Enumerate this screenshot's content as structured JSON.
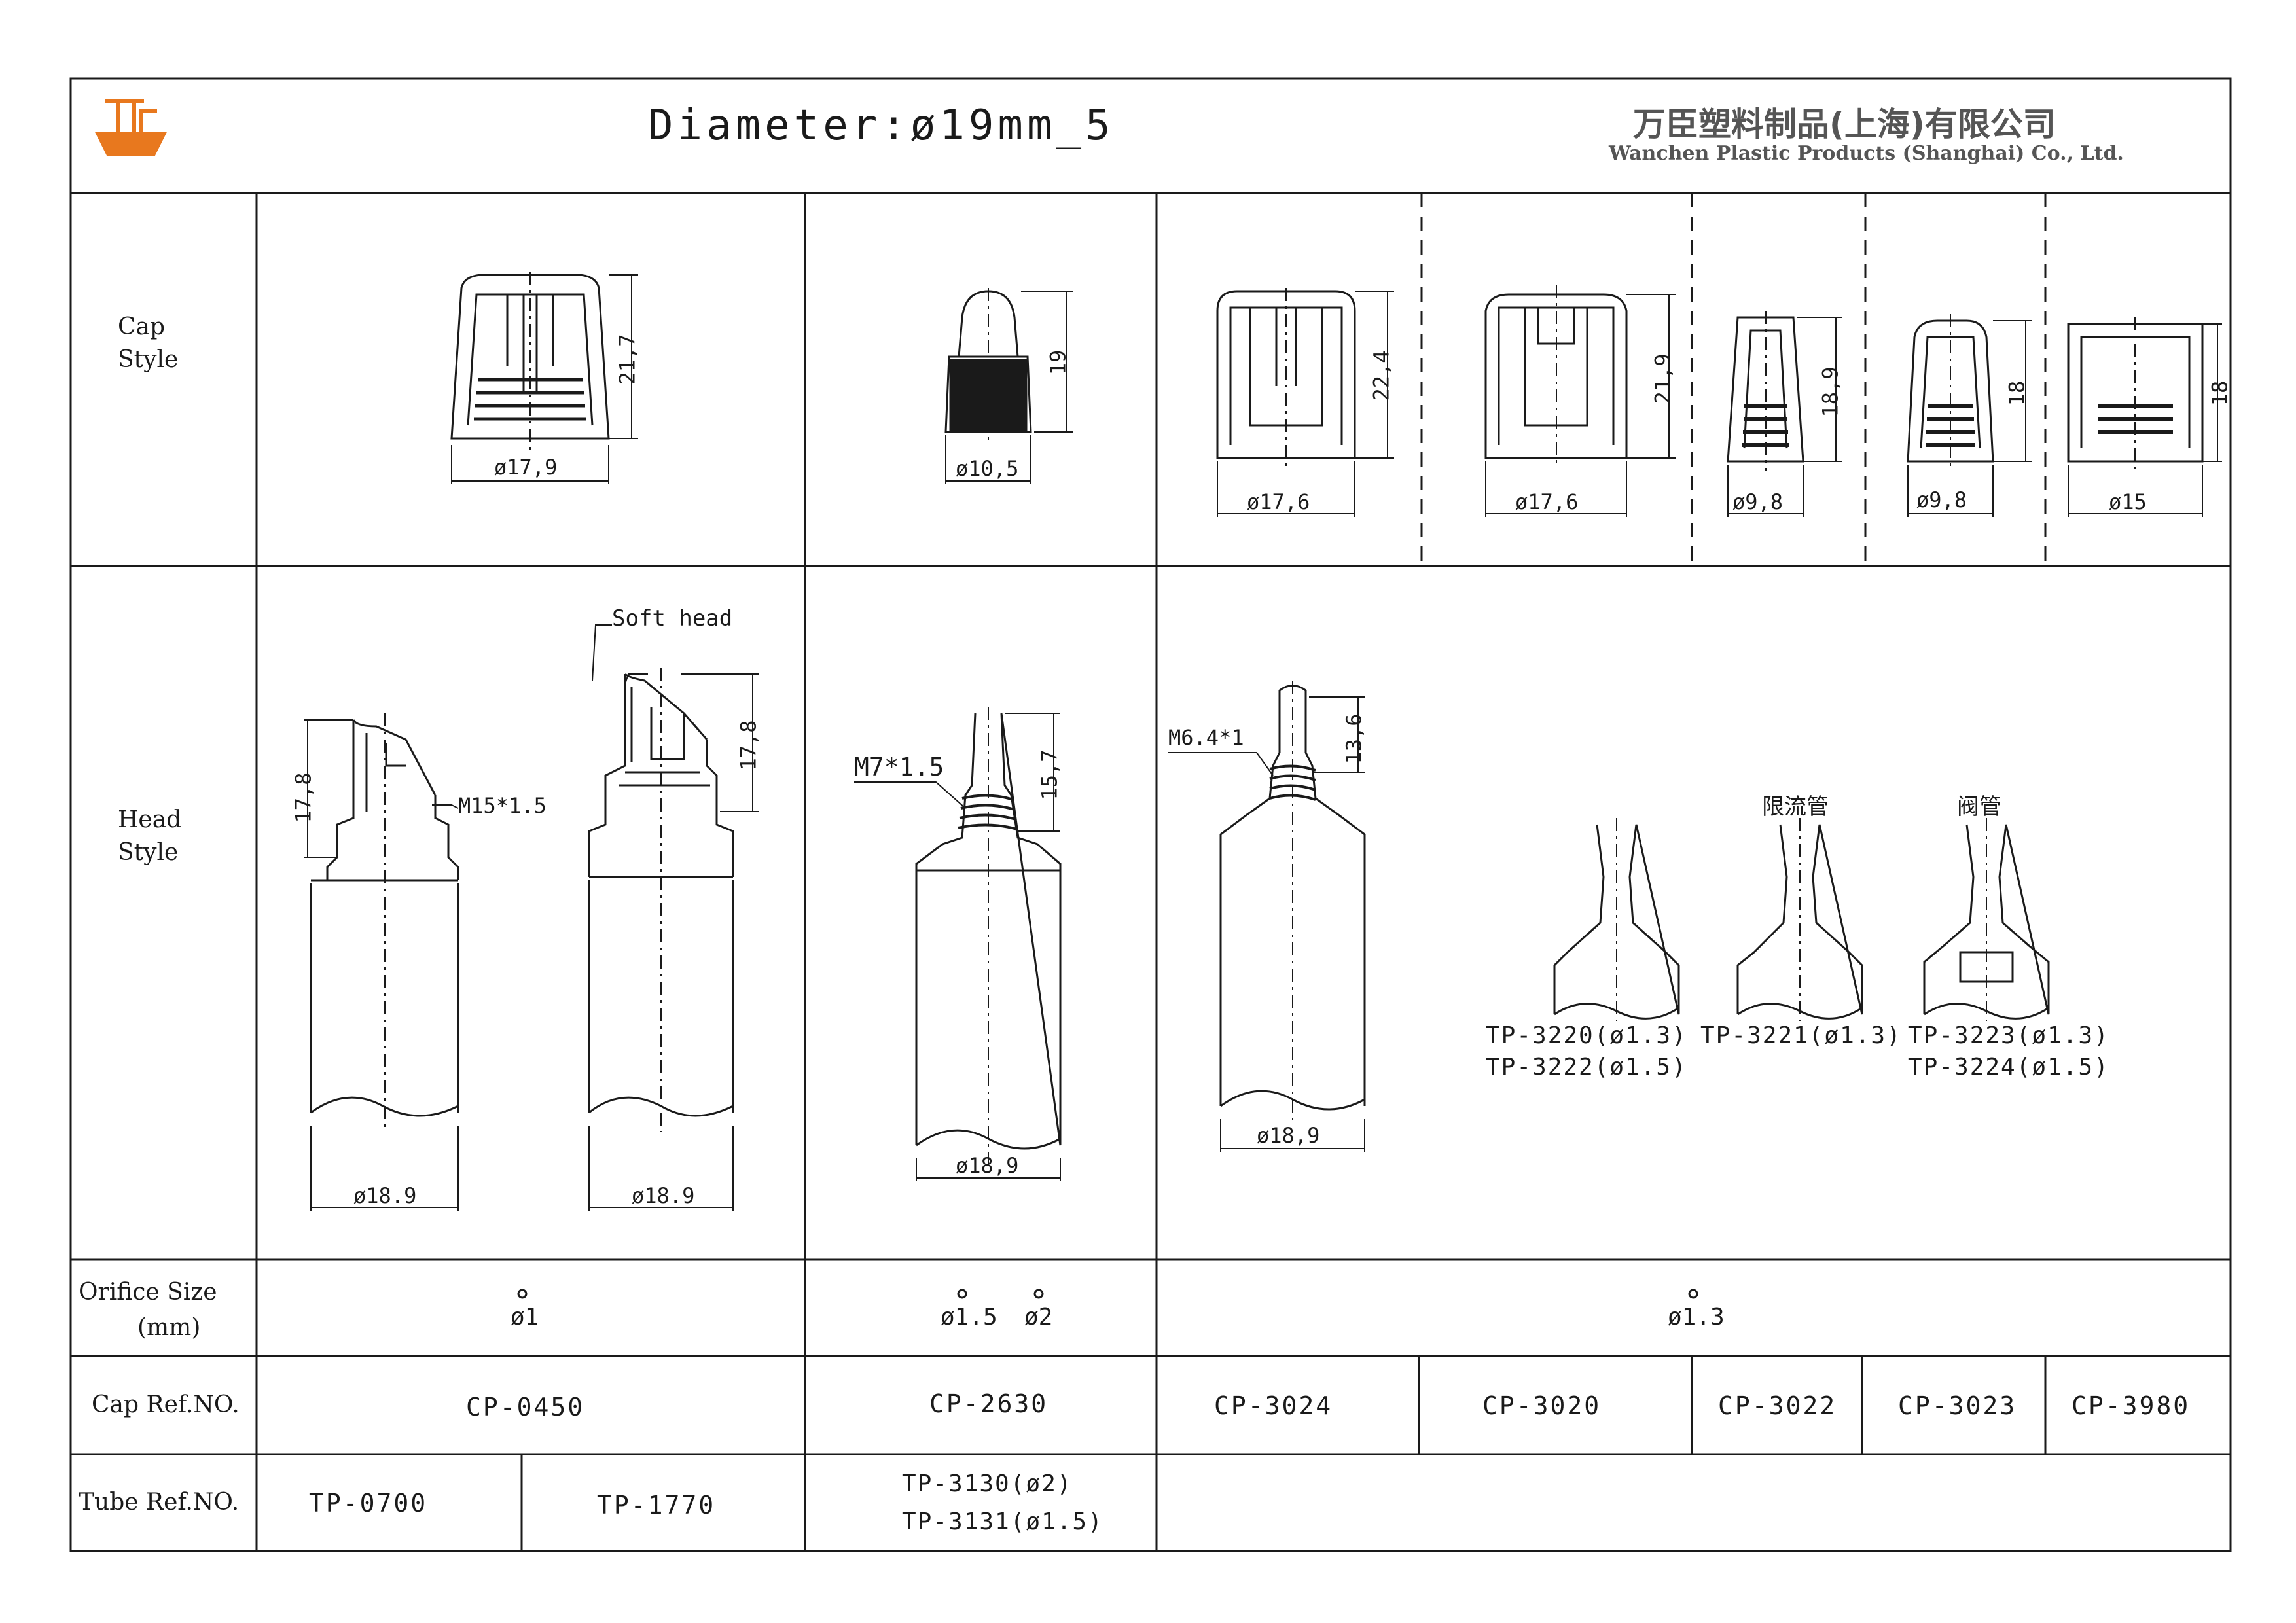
{
  "header": {
    "title": "Diameter:ø19mm_5",
    "company_cn": "万臣塑料制品(上海)有限公司",
    "company_en": "Wanchen Plastic Products (Shanghai) Co., Ltd.",
    "logo_color": "#e8781e"
  },
  "row_labels": {
    "cap_style_1": "Cap",
    "cap_style_2": "Style",
    "head_style_1": "Head",
    "head_style_2": "Style",
    "orifice_1": "Orifice Size",
    "orifice_2": "(mm)",
    "cap_ref": "Cap Ref.NO.",
    "tube_ref": "Tube Ref.NO."
  },
  "cap_dims": {
    "c1_h": "21,7",
    "c1_d": "ø17,9",
    "c2_h": "19",
    "c2_d": "ø10,5",
    "c3_h": "22,4",
    "c3_d": "ø17,6",
    "c4_h": "21,9",
    "c4_d": "ø17,6",
    "c5_h": "18,9",
    "c5_d": "ø9,8",
    "c6_h": "18",
    "c6_d": "ø9,8",
    "c7_h": "18",
    "c7_d": "ø15"
  },
  "head_dims": {
    "soft_head": "Soft head",
    "h1_h": "17,8",
    "h1_thread": "M15*1.5",
    "h1_d": "ø18.9",
    "h2_h": "17,8",
    "h2_d": "ø18.9",
    "h3_thread": "M7*1.5",
    "h3_h": "15,7",
    "h3_d": "ø18,9",
    "h4_thread": "M6.4*1",
    "h4_h": "13,6",
    "h4_d": "ø18,9",
    "restrictor_cn": "限流管",
    "valve_cn": "阀管",
    "tp_a1": "TP-3220(ø1.3)",
    "tp_a2": "TP-3222(ø1.5)",
    "tp_b1": "TP-3221(ø1.3)",
    "tp_c1": "TP-3223(ø1.3)",
    "tp_c2": "TP-3224(ø1.5)"
  },
  "orifice": {
    "col1": "ø1",
    "col2a": "ø1.5",
    "col2b": "ø2",
    "col3": "ø1.3"
  },
  "cap_refs": [
    "CP-0450",
    "CP-2630",
    "CP-3024",
    "CP-3020",
    "CP-3022",
    "CP-3023",
    "CP-3980"
  ],
  "tube_refs": {
    "t1": "TP-0700",
    "t2": "TP-1770",
    "t3a": "TP-3130(ø2)",
    "t3b": "TP-3131(ø1.5)"
  }
}
